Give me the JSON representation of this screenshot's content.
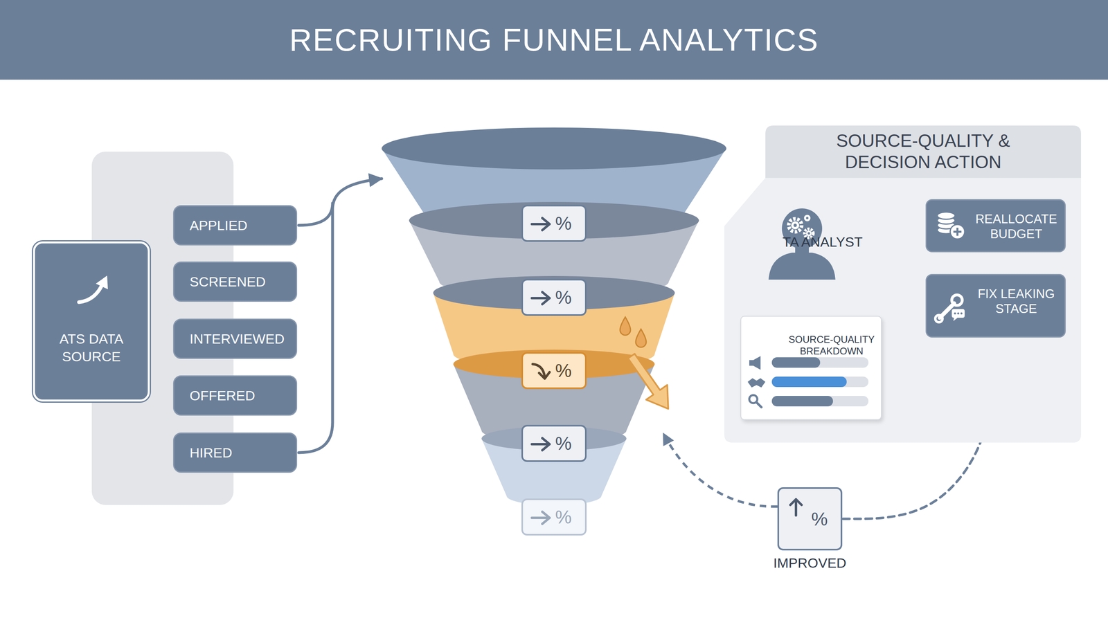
{
  "diagram": {
    "title": "RECRUITING FUNNEL ANALYTICS",
    "nodes": [
      {
        "text": [
          "ATS DATA SOURCE"
        ]
      },
      {
        "text": [
          "APPLIED"
        ]
      },
      {
        "text": [
          "SCREENED"
        ]
      },
      {
        "text": [
          "INTERVIEWED"
        ]
      },
      {
        "text": [
          "OFFERED"
        ]
      },
      {
        "text": [
          "HIRED"
        ]
      },
      {
        "text": [
          "%"
        ]
      },
      {
        "text": [
          "%"
        ]
      },
      {
        "text": [
          "%"
        ]
      },
      {
        "text": [
          "%"
        ]
      },
      {
        "text": [
          "%"
        ]
      },
      {
        "text": [
          "SOURCE-QUALITY & DECISION ACTION"
        ]
      },
      {
        "text": [
          "TA ANALYST"
        ],
        "in": 11
      },
      {
        "text": [
          "SOURCE-QUALITY BREAKDOWN"
        ],
        "in": 11
      },
      {
        "text": [
          "REALLOCATE BUDGET"
        ],
        "in": 11
      },
      {
        "text": [
          "FIX LEAKING STAGE"
        ],
        "in": 11
      },
      {
        "text": [
          "%",
          "IMPROVED"
        ]
      }
    ],
    "edges": [
      {
        "from": 12,
        "to": 14,
        "arrow": "to"
      },
      {
        "from": 12,
        "to": 15,
        "arrow": "to"
      },
      {
        "from": 15,
        "to": 16,
        "arrow": "none"
      }
    ]
  }
}
